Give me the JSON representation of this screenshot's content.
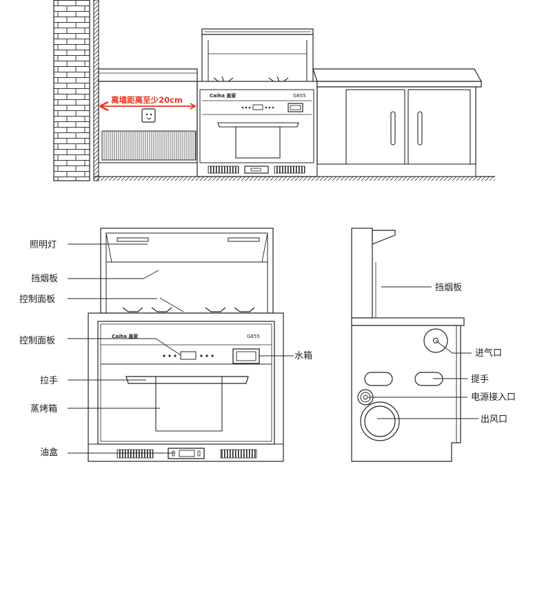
{
  "top_scene": {
    "wall_note": "离墙距离至少20cm",
    "brand": "Caiha 盖家",
    "model": "G855"
  },
  "front_view": {
    "brand": "Caiha 盖家",
    "model": "G855",
    "labels": {
      "lighting": "照明灯",
      "smoke_baffle": "挡烟板",
      "control_panel_top": "控制面板",
      "control_panel": "控制面板",
      "water_tank": "水箱",
      "handle": "拉手",
      "steam_oven": "蒸烤箱",
      "oil_box": "油盒"
    }
  },
  "side_view": {
    "labels": {
      "smoke_baffle": "挡烟板",
      "air_inlet": "进气口",
      "carry_handle": "提手",
      "power_inlet": "电源接入口",
      "air_outlet": "出风口"
    }
  },
  "colors": {
    "line": "#222222",
    "accent": "#e8321e",
    "background": "#ffffff"
  }
}
